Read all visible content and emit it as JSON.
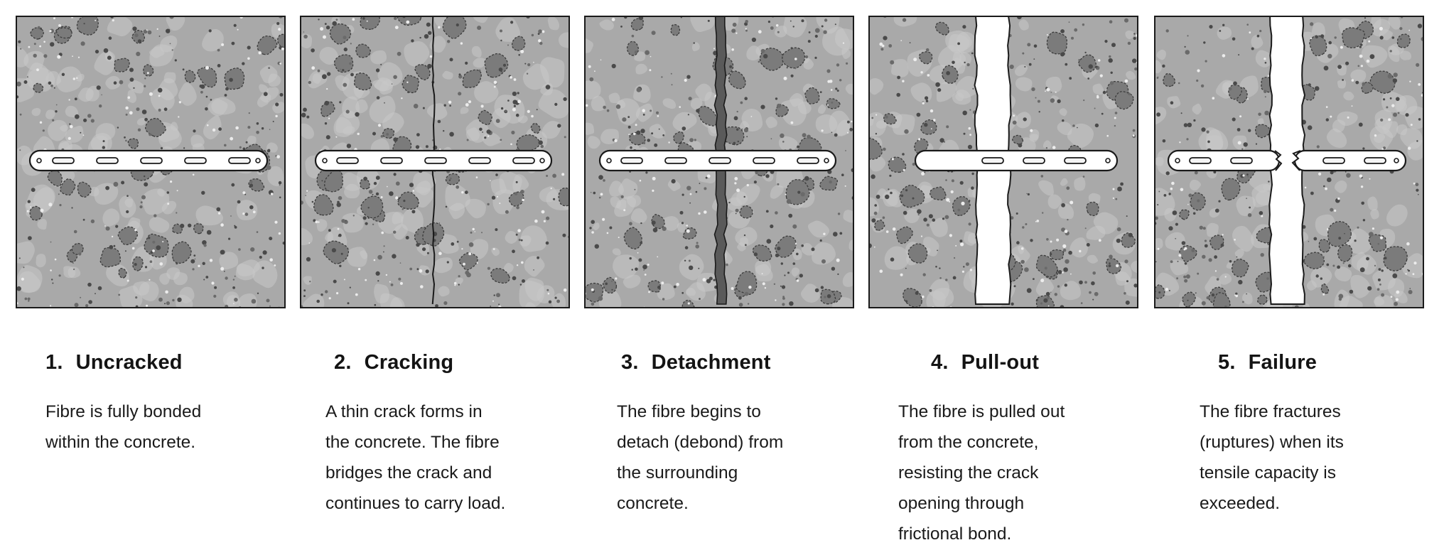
{
  "stages": [
    {
      "number": "1.",
      "title": "Uncracked",
      "lines": [
        "Fibre is fully bonded",
        "within the concrete."
      ],
      "state": "uncracked"
    },
    {
      "number": "2.",
      "title": "Cracking",
      "lines": [
        "A thin crack forms in",
        "the concrete. The fibre",
        "bridges the crack and",
        "continues to carry load."
      ],
      "state": "cracking"
    },
    {
      "number": "3.",
      "title": "Detachment",
      "lines": [
        "The fibre begins to",
        "detach (debond) from",
        "the surrounding",
        "concrete."
      ],
      "state": "detachment"
    },
    {
      "number": "4.",
      "title": "Pull-out",
      "lines": [
        "The fibre is pulled out",
        "from the concrete,",
        "resisting the crack",
        "opening through",
        "frictional bond."
      ],
      "state": "pullout"
    },
    {
      "number": "5.",
      "title": "Failure",
      "lines": [
        "The fibre fractures",
        "(ruptures) when its",
        "tensile capacity is",
        "exceeded."
      ],
      "state": "failure"
    }
  ],
  "colors": {
    "concrete": "#a9a9a9",
    "aggregate_light": "#c9c9c9",
    "aggregate_dark": "#7b7b7b",
    "speck_dark": "#4a4a4a",
    "crack_fill": "#5a5a5a",
    "fibre": "#ffffff",
    "outline": "#1a1a1a"
  }
}
